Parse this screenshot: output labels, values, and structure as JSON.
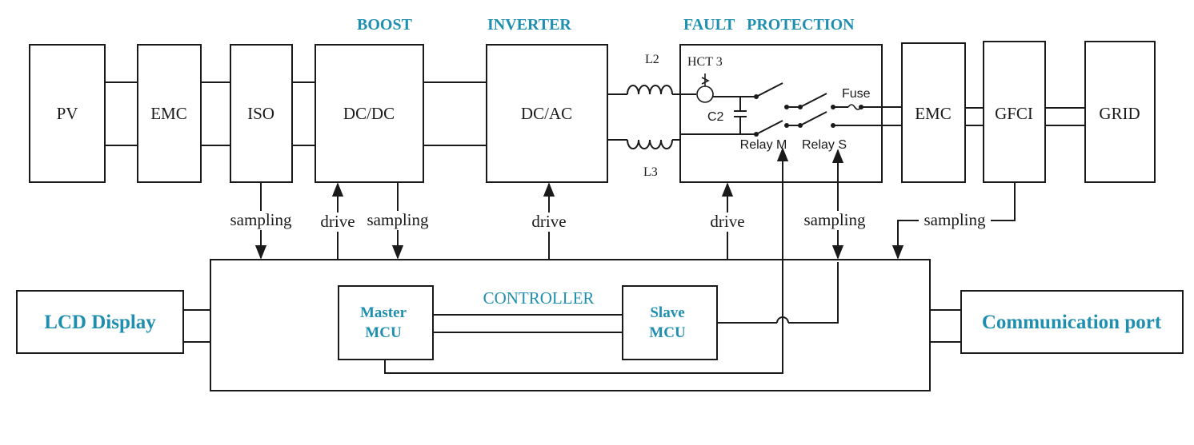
{
  "sections": {
    "boost": "BOOST",
    "inverter": "INVERTER",
    "fault_protection": "FAULT   PROTECTION"
  },
  "blocks": {
    "pv": "PV",
    "emc_in": "EMC",
    "iso": "ISO",
    "dcdc": "DC/DC",
    "dcac": "DC/AC",
    "emc_out": "EMC",
    "gfci": "GFCI",
    "grid": "GRID",
    "lcd": "LCD Display",
    "comm": "Communication port",
    "controller": "CONTROLLER",
    "master_line1": "Master",
    "master_line2": "MCU",
    "slave_line1": "Slave",
    "slave_line2": "MCU"
  },
  "components": {
    "l2": "L2",
    "l3": "L3",
    "hct": "HCT 3",
    "c2": "C2",
    "fuse": "Fuse",
    "relay_m": "Relay M",
    "relay_s": "Relay S"
  },
  "signals": {
    "iso_sampling": "sampling",
    "dcdc_drive": "drive",
    "dcdc_sampling": "sampling",
    "inverter_drive": "drive",
    "fault_drive": "drive",
    "relay_sampling": "sampling",
    "gfci_sampling": "sampling"
  },
  "colors": {
    "accent": "#1f8fb0",
    "line": "#1a1a1a"
  }
}
